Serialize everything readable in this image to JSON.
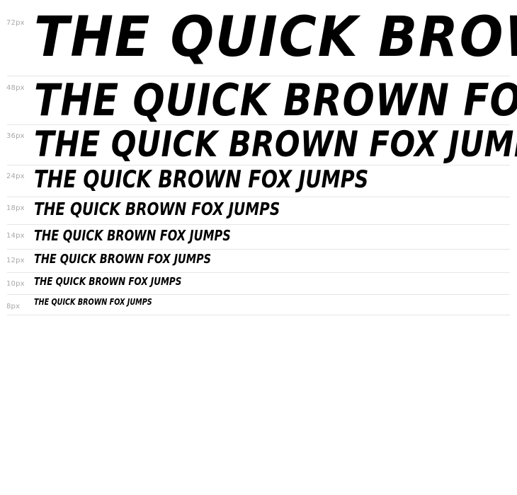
{
  "specimen": {
    "sample_text": "The quick brown fox jumps",
    "rows": [
      {
        "size_label": "72px",
        "sample": "THE QUICK BROWN FOX JUMPS"
      },
      {
        "size_label": "48px",
        "sample": "THE QUICK BROWN FOX JUMPS"
      },
      {
        "size_label": "36px",
        "sample": "THE QUICK BROWN FOX JUMPS"
      },
      {
        "size_label": "24px",
        "sample": "THE QUICK BROWN FOX JUMPS"
      },
      {
        "size_label": "18px",
        "sample": "THE QUICK BROWN FOX JUMPS"
      },
      {
        "size_label": "14px",
        "sample": "THE QUICK BROWN FOX JUMPS"
      },
      {
        "size_label": "12px",
        "sample": "THE QUICK BROWN FOX JUMPS"
      },
      {
        "size_label": "10px",
        "sample": "THE QUICK BROWN FOX JUMPS"
      },
      {
        "size_label": "8px",
        "sample": "THE QUICK BROWN FOX JUMPS"
      }
    ]
  },
  "colors": {
    "text": "#000000",
    "size_label": "#a8a8a8",
    "divider": "#e6e6e6",
    "background": "#ffffff"
  }
}
